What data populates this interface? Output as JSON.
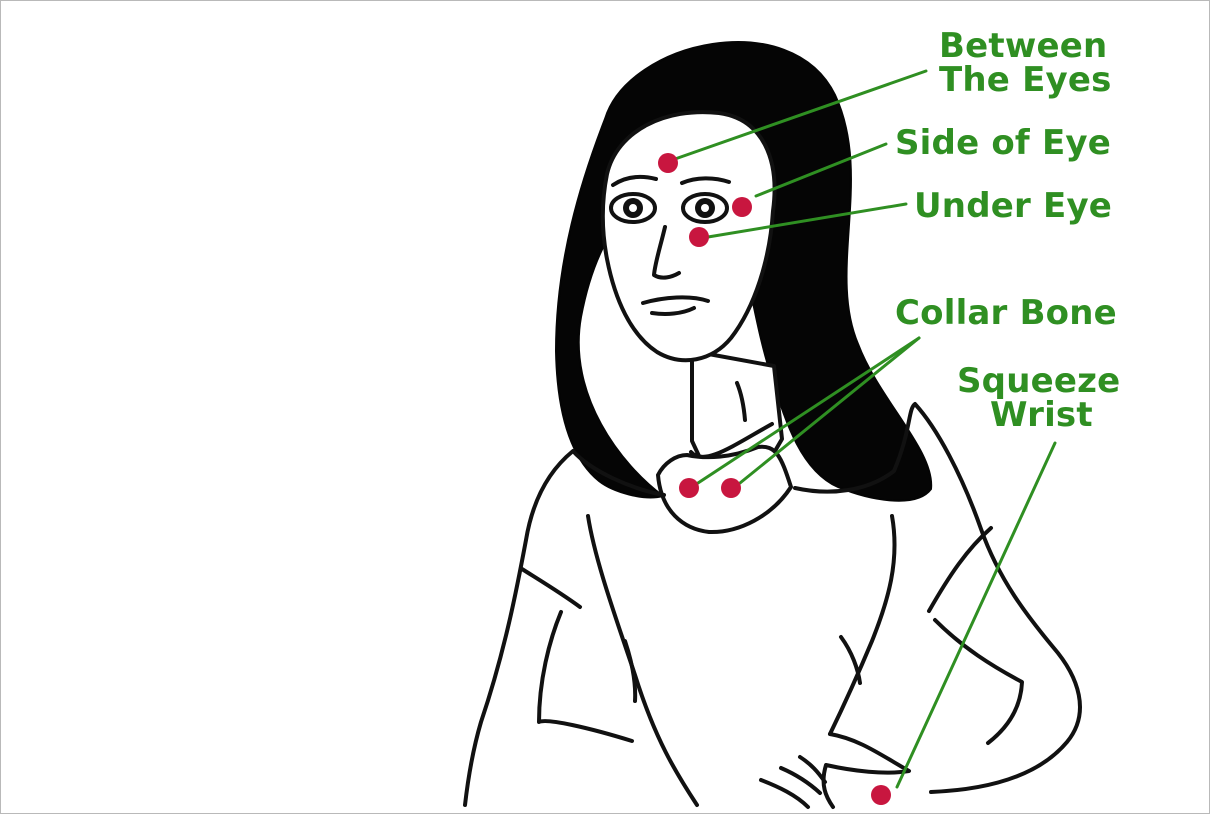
{
  "diagram": {
    "labels": {
      "between_eyes_line1": "Between",
      "between_eyes_line2": "The Eyes",
      "side_of_eye": "Side of Eye",
      "under_eye": "Under Eye",
      "collar_bone": "Collar Bone",
      "squeeze_wrist_line1": "Squeeze",
      "squeeze_wrist_line2": "Wrist"
    },
    "colors": {
      "label_green": "#2f8f22",
      "point_red": "#c8163f",
      "outline_black": "#111111",
      "hair_black": "#050505",
      "background": "#ffffff"
    }
  }
}
